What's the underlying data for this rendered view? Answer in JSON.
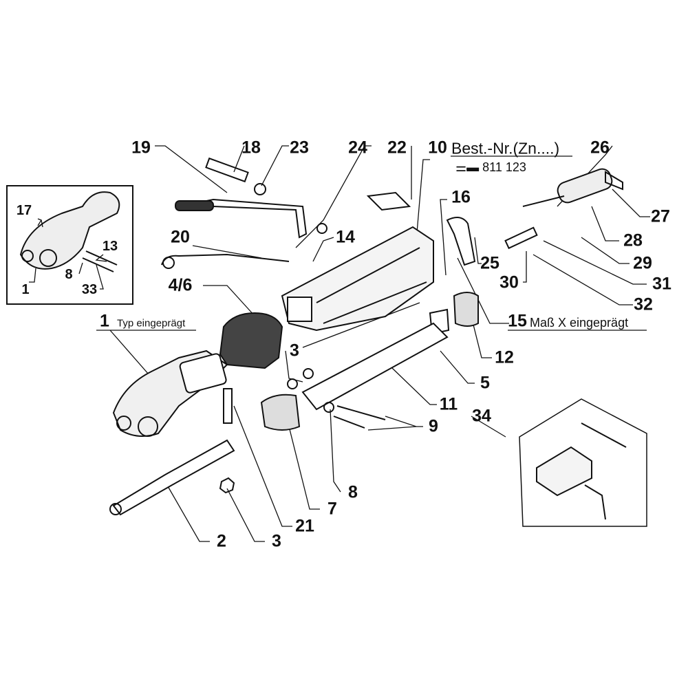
{
  "labels": {
    "p19": "19",
    "p18": "18",
    "p23": "23",
    "p24": "24",
    "p22": "22",
    "p10": "10",
    "p26": "26",
    "p16": "16",
    "p20": "20",
    "p14": "14",
    "p27": "27",
    "p28": "28",
    "p25": "25",
    "p29": "29",
    "p30": "30",
    "p31": "31",
    "p4_6": "4/6",
    "p32": "32",
    "p15": "15",
    "p1": "1",
    "p3a": "3",
    "p12": "12",
    "p5": "5",
    "p11": "11",
    "p9": "9",
    "p34": "34",
    "p8": "8",
    "p7": "7",
    "p21": "21",
    "p2": "2",
    "p3b": "3"
  },
  "notes": {
    "order_no": "Best.-Nr.(Zn....)",
    "order_number": "811 123",
    "type_stamped": "Typ eingeprägt",
    "dimension_stamped": "Maß X eingeprägt"
  },
  "inset": {
    "p17": "17",
    "p13": "13",
    "p8": "8",
    "p33": "33",
    "p1": "1"
  }
}
